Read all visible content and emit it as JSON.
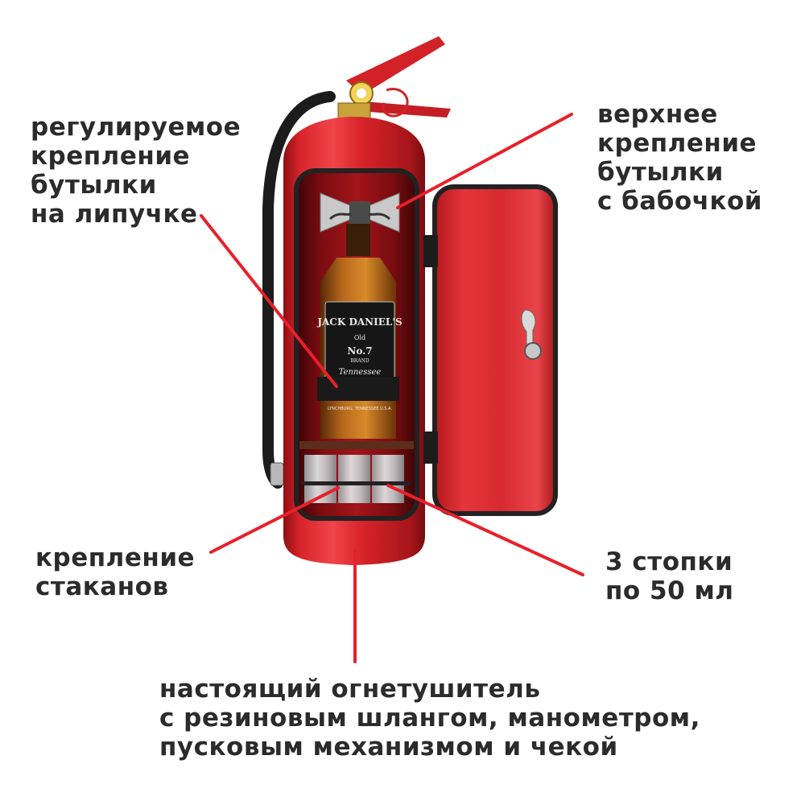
{
  "labels": {
    "adjustable_mount": [
      "регулируемое",
      "крепление",
      "бутылки",
      "на липучке"
    ],
    "top_mount": [
      "верхнее",
      "крепление",
      "бутылки",
      "с бабочкой"
    ],
    "glass_mount": [
      "крепление",
      "стаканов"
    ],
    "shots": [
      "3 стопки",
      "по 50 мл"
    ],
    "real_extinguisher": [
      "настоящий огнетушитель",
      "с резиновым шлангом, манометром,",
      "пусковым механизмом и чекой"
    ]
  },
  "bottle_label": {
    "brand": "JACK DANIEL'S",
    "old": "Old",
    "number": "No.7",
    "brand_sub": "BRAND",
    "region": "Tennessee",
    "small_print": "LYNCHBURG, TENNESSEE U.S.A."
  },
  "colors": {
    "extinguisher_red": "#d8242a",
    "pointer_red": "#e8202a",
    "text": "#2b2b2b"
  }
}
